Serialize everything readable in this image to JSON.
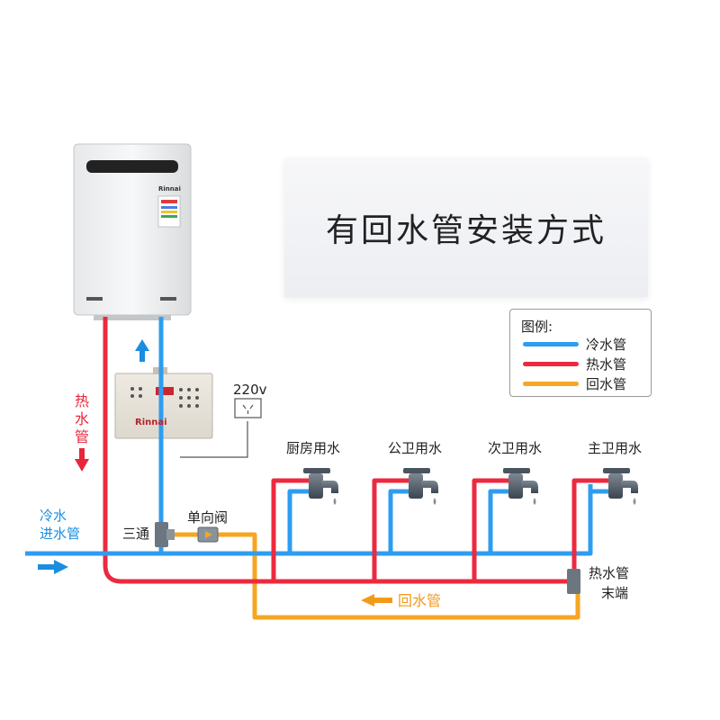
{
  "title": "有回水管安装方式",
  "heater": {
    "brand": "Rinnai"
  },
  "controller": {
    "brand": "Rinnai"
  },
  "power": {
    "label": "220v"
  },
  "legend": {
    "title": "图例:",
    "items": [
      {
        "label": "冷水管",
        "color": "#2e9df0"
      },
      {
        "label": "热水管",
        "color": "#ec2a3f"
      },
      {
        "label": "回水管",
        "color": "#f6a623"
      }
    ]
  },
  "labels": {
    "hot_pipe_vertical": [
      "热",
      "水",
      "管"
    ],
    "cold_inlet_line1": "冷水",
    "cold_inlet_line2": "进水管",
    "tee": "三通",
    "check_valve": "单向阀",
    "return_pipe": "回水管",
    "hot_end_line1": "热水管",
    "hot_end_line2": "末端"
  },
  "outlets": [
    {
      "label": "厨房用水"
    },
    {
      "label": "公卫用水"
    },
    {
      "label": "次卫用水"
    },
    {
      "label": "主卫用水"
    }
  ],
  "colors": {
    "cold": "#2e9df0",
    "hot": "#ec2a3f",
    "return": "#f6a623",
    "hot_arrow": "#e8263a",
    "cold_arrow": "#1a8ee0"
  }
}
